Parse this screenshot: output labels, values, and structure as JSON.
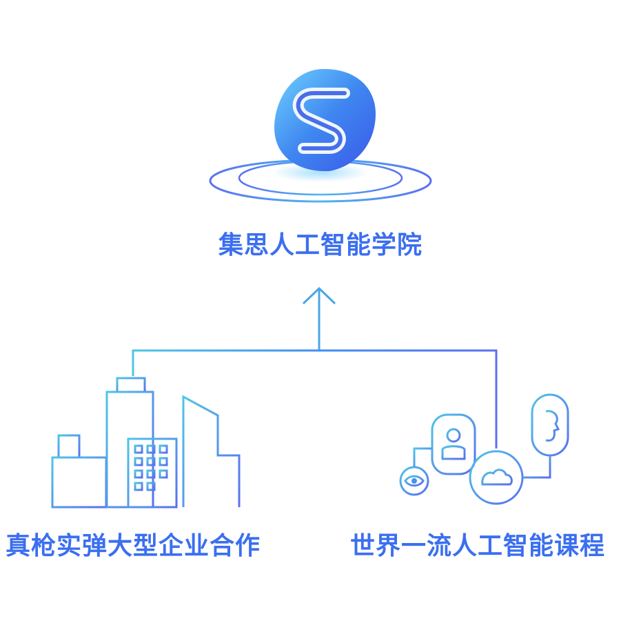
{
  "title": "集思人工智能学院",
  "left_branch": "真枪实弹大型企业合作",
  "right_branch": "世界一流人工智能课程",
  "colors": {
    "text": "#3b6ff0",
    "line_start": "#4ec5e6",
    "line_end": "#5a6ff0",
    "logo_dark": "#3a58e8",
    "logo_light": "#6fd2ff"
  },
  "icons": [
    "s-logo-icon",
    "platform-rings-icon",
    "up-arrow-icon",
    "city-buildings-icon",
    "ai-brain-network-icon",
    "person-icon",
    "eye-icon",
    "brain-icon",
    "head-profile-icon"
  ]
}
